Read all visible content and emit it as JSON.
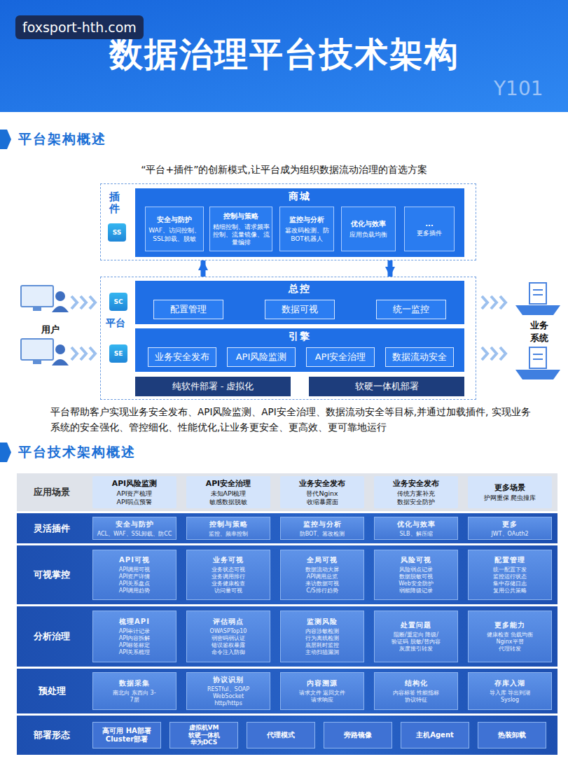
{
  "diagram": {
    "title": "数据治理平台技术架构",
    "nodes": [
      {
        "text": [
          "插件"
        ]
      },
      {
        "text": [
          "SS"
        ],
        "in": 0
      },
      {
        "text": [
          "商城"
        ],
        "in": 0
      },
      {
        "text": [
          "安全与防护",
          "WAF、访问控制、SSL卸载、脱敏"
        ],
        "in": 2
      },
      {
        "text": [
          "控制与策略",
          "精细控制、请求频率控制、流量镜像、流量编排"
        ],
        "in": 2
      },
      {
        "text": [
          "监控与分析",
          "篡改码检测、防BOT机器人"
        ],
        "in": 2
      },
      {
        "text": [
          "优化与效率",
          "应用负载均衡"
        ],
        "in": 2
      },
      {
        "text": [
          "...",
          "更多插件"
        ],
        "in": 2
      },
      {
        "text": [
          "平台"
        ]
      },
      {
        "text": [
          "SC"
        ],
        "in": 8
      },
      {
        "text": [
          "SE"
        ],
        "in": 8
      },
      {
        "text": [
          "总控"
        ],
        "in": 8
      },
      {
        "text": [
          "配置管理"
        ],
        "in": 11
      },
      {
        "text": [
          "数据可视"
        ],
        "in": 11
      },
      {
        "text": [
          "统一监控"
        ],
        "in": 11
      },
      {
        "text": [
          "引擎"
        ],
        "in": 8
      },
      {
        "text": [
          "业务安全发布"
        ],
        "in": 15
      },
      {
        "text": [
          "API风险监测"
        ],
        "in": 15
      },
      {
        "text": [
          "API安全治理"
        ],
        "in": 15
      },
      {
        "text": [
          "数据流动安全"
        ],
        "in": 15
      },
      {
        "text": [
          "纯软件部署 - 虚拟化"
        ],
        "in": 8
      },
      {
        "text": [
          "软硬一体机部署"
        ],
        "in": 8
      },
      {
        "text": [
          "应用场景"
        ]
      },
      {
        "text": [
          "API风险监测",
          "API资产梳理 API弱点预警"
        ],
        "in": 22
      },
      {
        "text": [
          "API安全治理",
          "未知API梳理 敏感数据脱敏"
        ],
        "in": 22
      },
      {
        "text": [
          "业务安全发布",
          "替代Nginx 收缩暴露面"
        ],
        "in": 22
      },
      {
        "text": [
          "业务安全发布",
          "传统方案补充 数据安全防护"
        ],
        "in": 22
      },
      {
        "text": [
          "更多场景",
          "护网重保 爬虫撞库"
        ],
        "in": 22
      },
      {
        "text": [
          "灵活插件"
        ]
      },
      {
        "text": [
          "安全与防护",
          "ACL、WAF、SSL卸载、防CC"
        ],
        "in": 28
      },
      {
        "text": [
          "控制与策略",
          "监控、频率控制"
        ],
        "in": 28
      },
      {
        "text": [
          "监控与分析",
          "防BOT、篡改检测"
        ],
        "in": 28
      },
      {
        "text": [
          "优化与效率",
          "SLB、解压缩"
        ],
        "in": 28
      },
      {
        "text": [
          "更多",
          "JWT、OAuth2"
        ],
        "in": 28
      },
      {
        "text": [
          "可视掌控"
        ]
      },
      {
        "text": [
          "API可视",
          "API调用可视 API资产详情 API关系盘点 API调用趋势"
        ],
        "in": 34
      },
      {
        "text": [
          "业务可视",
          "业务状态可视 业务调用排行 业务健康检查 访问量可视"
        ],
        "in": 34
      },
      {
        "text": [
          "全局可视",
          "数据流动大屏 API调用总览 来访数据可视 C/S排行趋势"
        ],
        "in": 34
      },
      {
        "text": [
          "风险可视",
          "风险弱点记录 数据脱敏可视 Web安全防护 弱能降级记录"
        ],
        "in": 34
      },
      {
        "text": [
          "配置管理",
          "统一配置下发 监控运行状态 集中存储日志 复用公共策略"
        ],
        "in": 34
      },
      {
        "text": [
          "分析治理"
        ]
      },
      {
        "text": [
          "梳理API",
          "API串计记录 API内容拆解 API标签标定 API关系梳理"
        ],
        "in": 40
      },
      {
        "text": [
          "评估弱点",
          "OWASPTop10 弱密码弱认证 错误鉴权暴露 命令注入防御"
        ],
        "in": 40
      },
      {
        "text": [
          "监测风险",
          "内容涉敏检测 行为离线检测 底层耗时监控 主动扫描漏洞"
        ],
        "in": 40
      },
      {
        "text": [
          "处置问题",
          "阻断/重定向 降级/验证码 脱敏/替内容 灰度接引转发"
        ],
        "in": 40
      },
      {
        "text": [
          "更多能力",
          "健康检查 负载均衡 Nginx平替 代理转发"
        ],
        "in": 40
      },
      {
        "text": [
          "预处理"
        ]
      },
      {
        "text": [
          "数据采集",
          "南北向 东西向 3-7层"
        ],
        "in": 46
      },
      {
        "text": [
          "协议识别",
          "RESTful、SOAP WebSocket http/https"
        ],
        "in": 46
      },
      {
        "text": [
          "内容溯源",
          "请求文件 返回文件 请求响应"
        ],
        "in": 46
      },
      {
        "text": [
          "结构化",
          "内容标签 性能指标 协议特征"
        ],
        "in": 46
      },
      {
        "text": [
          "存库入湖",
          "导入库 导出到湖 Syslog"
        ],
        "in": 46
      },
      {
        "text": [
          "部署形态"
        ]
      },
      {
        "text": [
          "高可用 HA部署 Cluster部署"
        ],
        "in": 52
      },
      {
        "text": [
          "虚拟机VM 软硬一体机 华为DCS"
        ],
        "in": 52
      },
      {
        "text": [
          "代理模式"
        ],
        "in": 52
      },
      {
        "text": [
          "旁路镜像"
        ],
        "in": 52
      },
      {
        "text": [
          "主机Agent"
        ],
        "in": 52
      },
      {
        "text": [
          "热装卸载"
        ],
        "in": 52
      }
    ],
    "edges": [
      {
        "from": 8,
        "to": 0,
        "arrow": "to"
      },
      {
        "from": 0,
        "to": 8,
        "arrow": "to"
      }
    ],
    "labels": [
      "foxsport-hth.com",
      "Y101",
      "平台架构概述",
      "“平台+插件”的创新模式,让平台成为组织数据流动治理的首选方案",
      "用户",
      "业务系统",
      "平台帮助客户实现业务安全发布、API风险监测、API安全治理、数据流动安全等目标,并通过加载插件, 实现业务系统的安全强化、管控细化、性能优化,让业务更安全、更高效、更可靠地运行",
      "平台技术架构概述"
    ]
  }
}
